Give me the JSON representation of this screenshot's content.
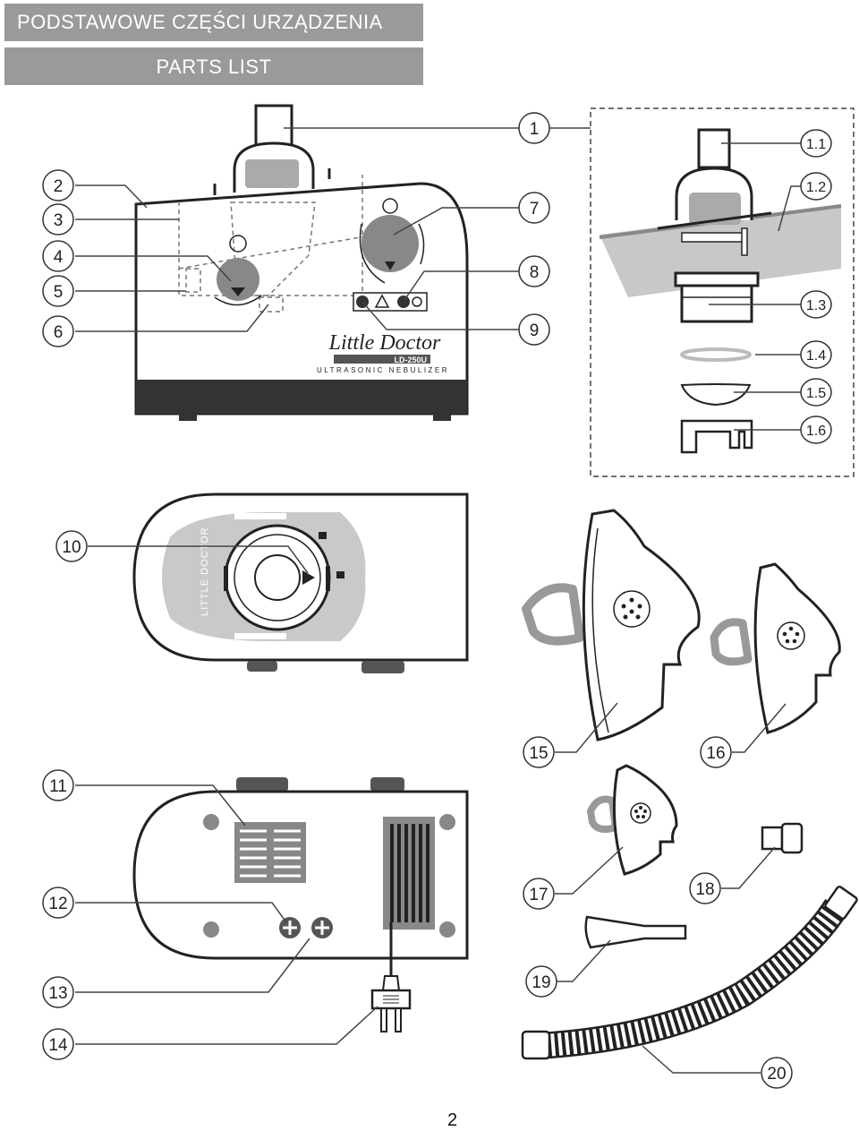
{
  "header": {
    "title_pl": "PODSTAWOWE CZĘŚCI URZĄDZENIA",
    "title_en": "PARTS LIST"
  },
  "device": {
    "brand": "Little Doctor",
    "model": "LD-250U",
    "type": "ULTRASONIC NEBULIZER",
    "back_text": "LITTLE DOCTOR"
  },
  "callouts": [
    "1",
    "1.1",
    "1.2",
    "1.3",
    "1.4",
    "1.5",
    "1.6",
    "2",
    "3",
    "4",
    "5",
    "6",
    "7",
    "8",
    "9",
    "10",
    "11",
    "12",
    "13",
    "14",
    "15",
    "16",
    "17",
    "18",
    "19",
    "20"
  ],
  "page_number": "2",
  "colors": {
    "header_bg": "#9a9a9a",
    "gray": "#b8b8b8",
    "dark": "#333333"
  }
}
